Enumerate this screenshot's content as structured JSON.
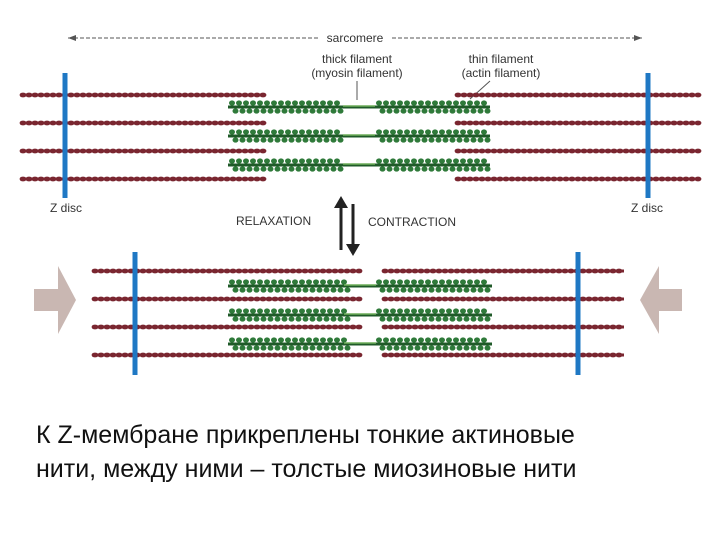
{
  "labels": {
    "sarcomere": "sarcomere",
    "thick_filament": [
      "thick filament",
      "(myosin filament)"
    ],
    "thin_filament": [
      "thin filament",
      "(actin filament)"
    ],
    "z_disc_left": "Z disc",
    "z_disc_right": "Z disc",
    "relaxation": "RELAXATION",
    "contraction": "CONTRACTION"
  },
  "caption": [
    "К Z-мембране прикреплены тонкие актиновые",
    "нити, между ними – толстые миозиновые нити"
  ],
  "colors": {
    "actin": "#7a2630",
    "myosin": "#2f7a3a",
    "myosin_dark": "#1f5a28",
    "z_disc": "#1f78c4",
    "force_arrow": "#c9b7b2",
    "text": "#333333"
  },
  "icons": {
    "double_arrow": "up-down-arrows-icon",
    "force_left": "right-arrow-icon",
    "force_right": "left-arrow-icon"
  }
}
